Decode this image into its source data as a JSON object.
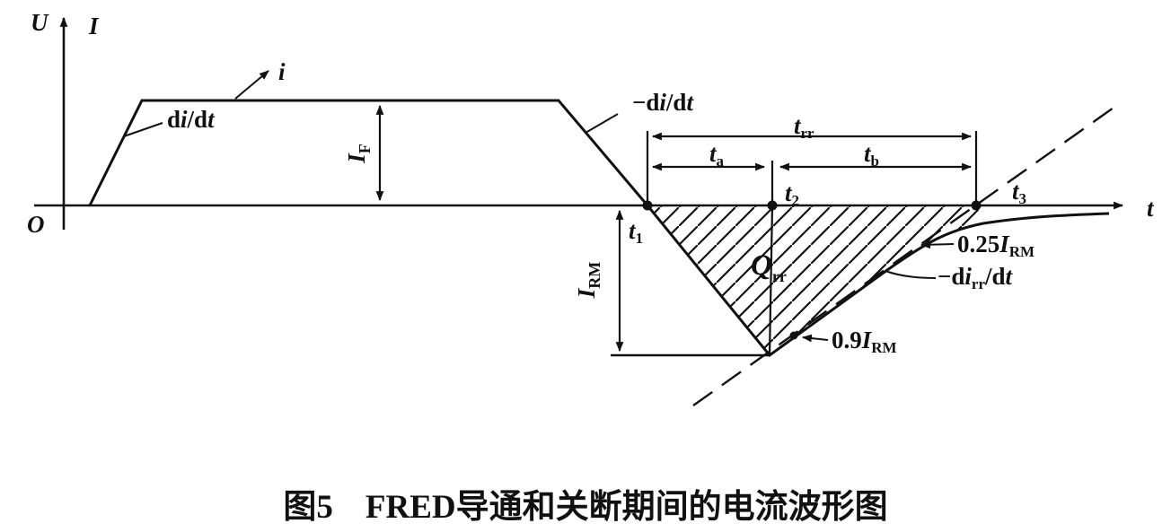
{
  "colors": {
    "ink": "#111111",
    "background": "#ffffff"
  },
  "axes": {
    "y_left": "U",
    "y_right": "I",
    "x": "t",
    "origin": "O"
  },
  "labels": {
    "current": "i",
    "didt": {
      "p1": "d",
      "p2": "i",
      "p3": "/d",
      "p4": "t"
    },
    "neg_didt": {
      "p1": "−d",
      "p2": "i",
      "p3": "/d",
      "p4": "t"
    },
    "if": {
      "base": "I",
      "sub": "F"
    },
    "irm": {
      "base": "I",
      "sub": "RM"
    },
    "trr": {
      "base": "t",
      "sub": "rr"
    },
    "ta": {
      "base": "t",
      "sub": "a"
    },
    "tb": {
      "base": "t",
      "sub": "b"
    },
    "t1": {
      "base": "t",
      "sub": "1"
    },
    "t2": {
      "base": "t",
      "sub": "2"
    },
    "t3": {
      "base": "t",
      "sub": "3"
    },
    "qrr": {
      "base": "Q",
      "sub": "rr"
    },
    "p09irm": {
      "pre": "0.9",
      "base": "I",
      "sub": "RM"
    },
    "p025irm": {
      "pre": "0.25",
      "base": "I",
      "sub": "RM"
    },
    "neg_dirrdt": {
      "p1": "−d",
      "p2": "i",
      "sub": "rr",
      "p3": "/d",
      "p4": "t"
    }
  },
  "caption": {
    "number": "图5",
    "title": "FRED导通和关断期间的电流波形图"
  }
}
